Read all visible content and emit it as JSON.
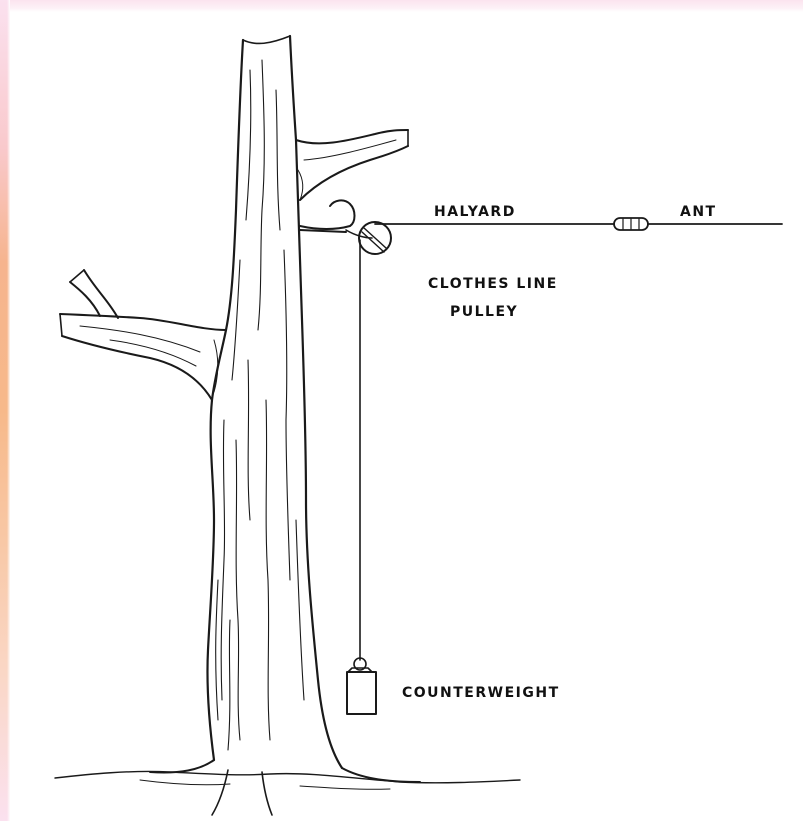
{
  "labels": {
    "halyard": "HALYARD",
    "ant": "ANT",
    "pulley_line1": "CLOTHES LINE",
    "pulley_line2": "PULLEY",
    "counterweight": "COUNTERWEIGHT"
  },
  "colors": {
    "ink": "#1a1a1a",
    "background": "#ffffff",
    "frame_top": "#fbe3ee",
    "frame_left_accent": "#f6b48e"
  }
}
